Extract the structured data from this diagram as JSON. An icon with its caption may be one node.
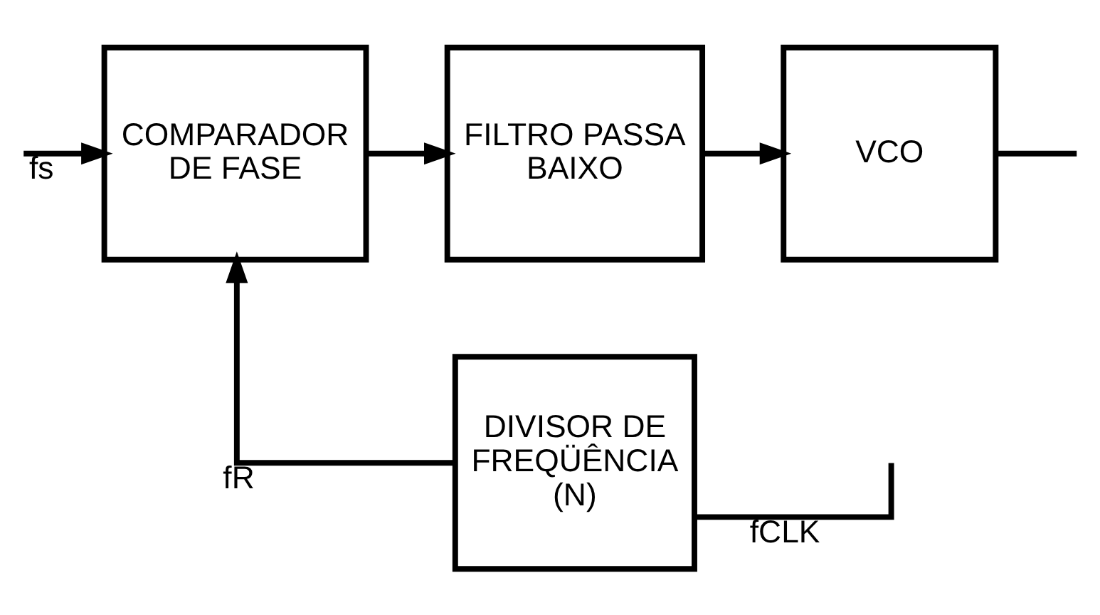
{
  "diagram": {
    "nodes": [
      {
        "text": [
          "COMPARADOR DE FASE"
        ]
      },
      {
        "text": [
          "FILTRO PASSA BAIXO"
        ]
      },
      {
        "text": [
          "VCO"
        ]
      },
      {
        "text": [
          "DIVISOR DE FREQÜÊNCIA (N)"
        ]
      }
    ],
    "edges": [
      {
        "from": null,
        "to": 0,
        "arrow": "to",
        "label": "fs"
      },
      {
        "from": 0,
        "to": 1,
        "arrow": "to"
      },
      {
        "from": 1,
        "to": 2,
        "arrow": "to"
      },
      {
        "from": 2,
        "to": null,
        "arrow": "none"
      },
      {
        "from": null,
        "to": 3,
        "arrow": "none",
        "label": "fCLK"
      },
      {
        "from": 3,
        "to": 0,
        "arrow": "to",
        "label": "fR"
      }
    ]
  }
}
